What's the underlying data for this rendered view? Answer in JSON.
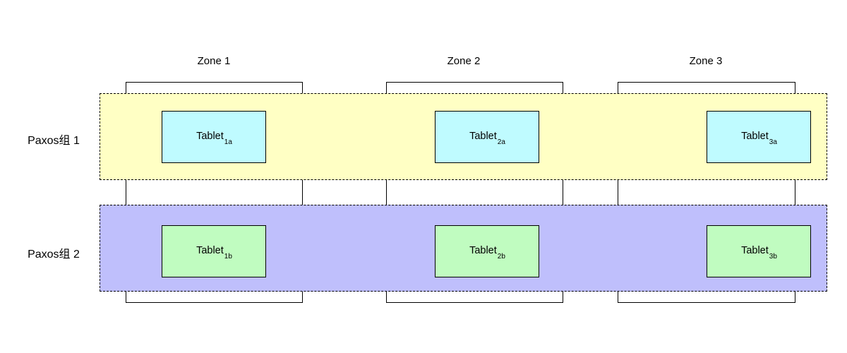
{
  "diagram": {
    "zones": [
      {
        "label": "Zone 1"
      },
      {
        "label": "Zone 2"
      },
      {
        "label": "Zone 3"
      }
    ],
    "paxos_groups": [
      {
        "label": "Paxos组 1",
        "tablets": [
          {
            "base": "Tablet",
            "sub": "1a"
          },
          {
            "base": "Tablet",
            "sub": "2a"
          },
          {
            "base": "Tablet",
            "sub": "3a"
          }
        ]
      },
      {
        "label": "Paxos组 2",
        "tablets": [
          {
            "base": "Tablet",
            "sub": "1b"
          },
          {
            "base": "Tablet",
            "sub": "2b"
          },
          {
            "base": "Tablet",
            "sub": "3b"
          }
        ]
      }
    ],
    "colors": {
      "group1_band": "#FFFFC4",
      "group2_band": "#BFBFFC",
      "group1_tablet": "#BFFBFF",
      "group2_tablet": "#C0FCC0",
      "line": "#000000",
      "background": "#FFFFFF"
    }
  }
}
